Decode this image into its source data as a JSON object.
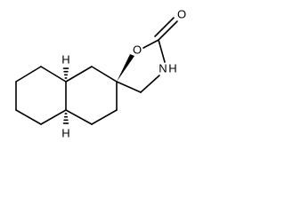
{
  "diagram": {
    "atoms": {
      "ring_oxygen": "O",
      "carbonyl_oxygen": "O",
      "nitrogen": "N",
      "nitrogen_hydrogen": "H",
      "top_ring_fusion_hydrogen": "H",
      "bottom_ring_fusion_hydrogen": "H"
    },
    "bond_color": "#000000",
    "background": "#ffffff"
  }
}
